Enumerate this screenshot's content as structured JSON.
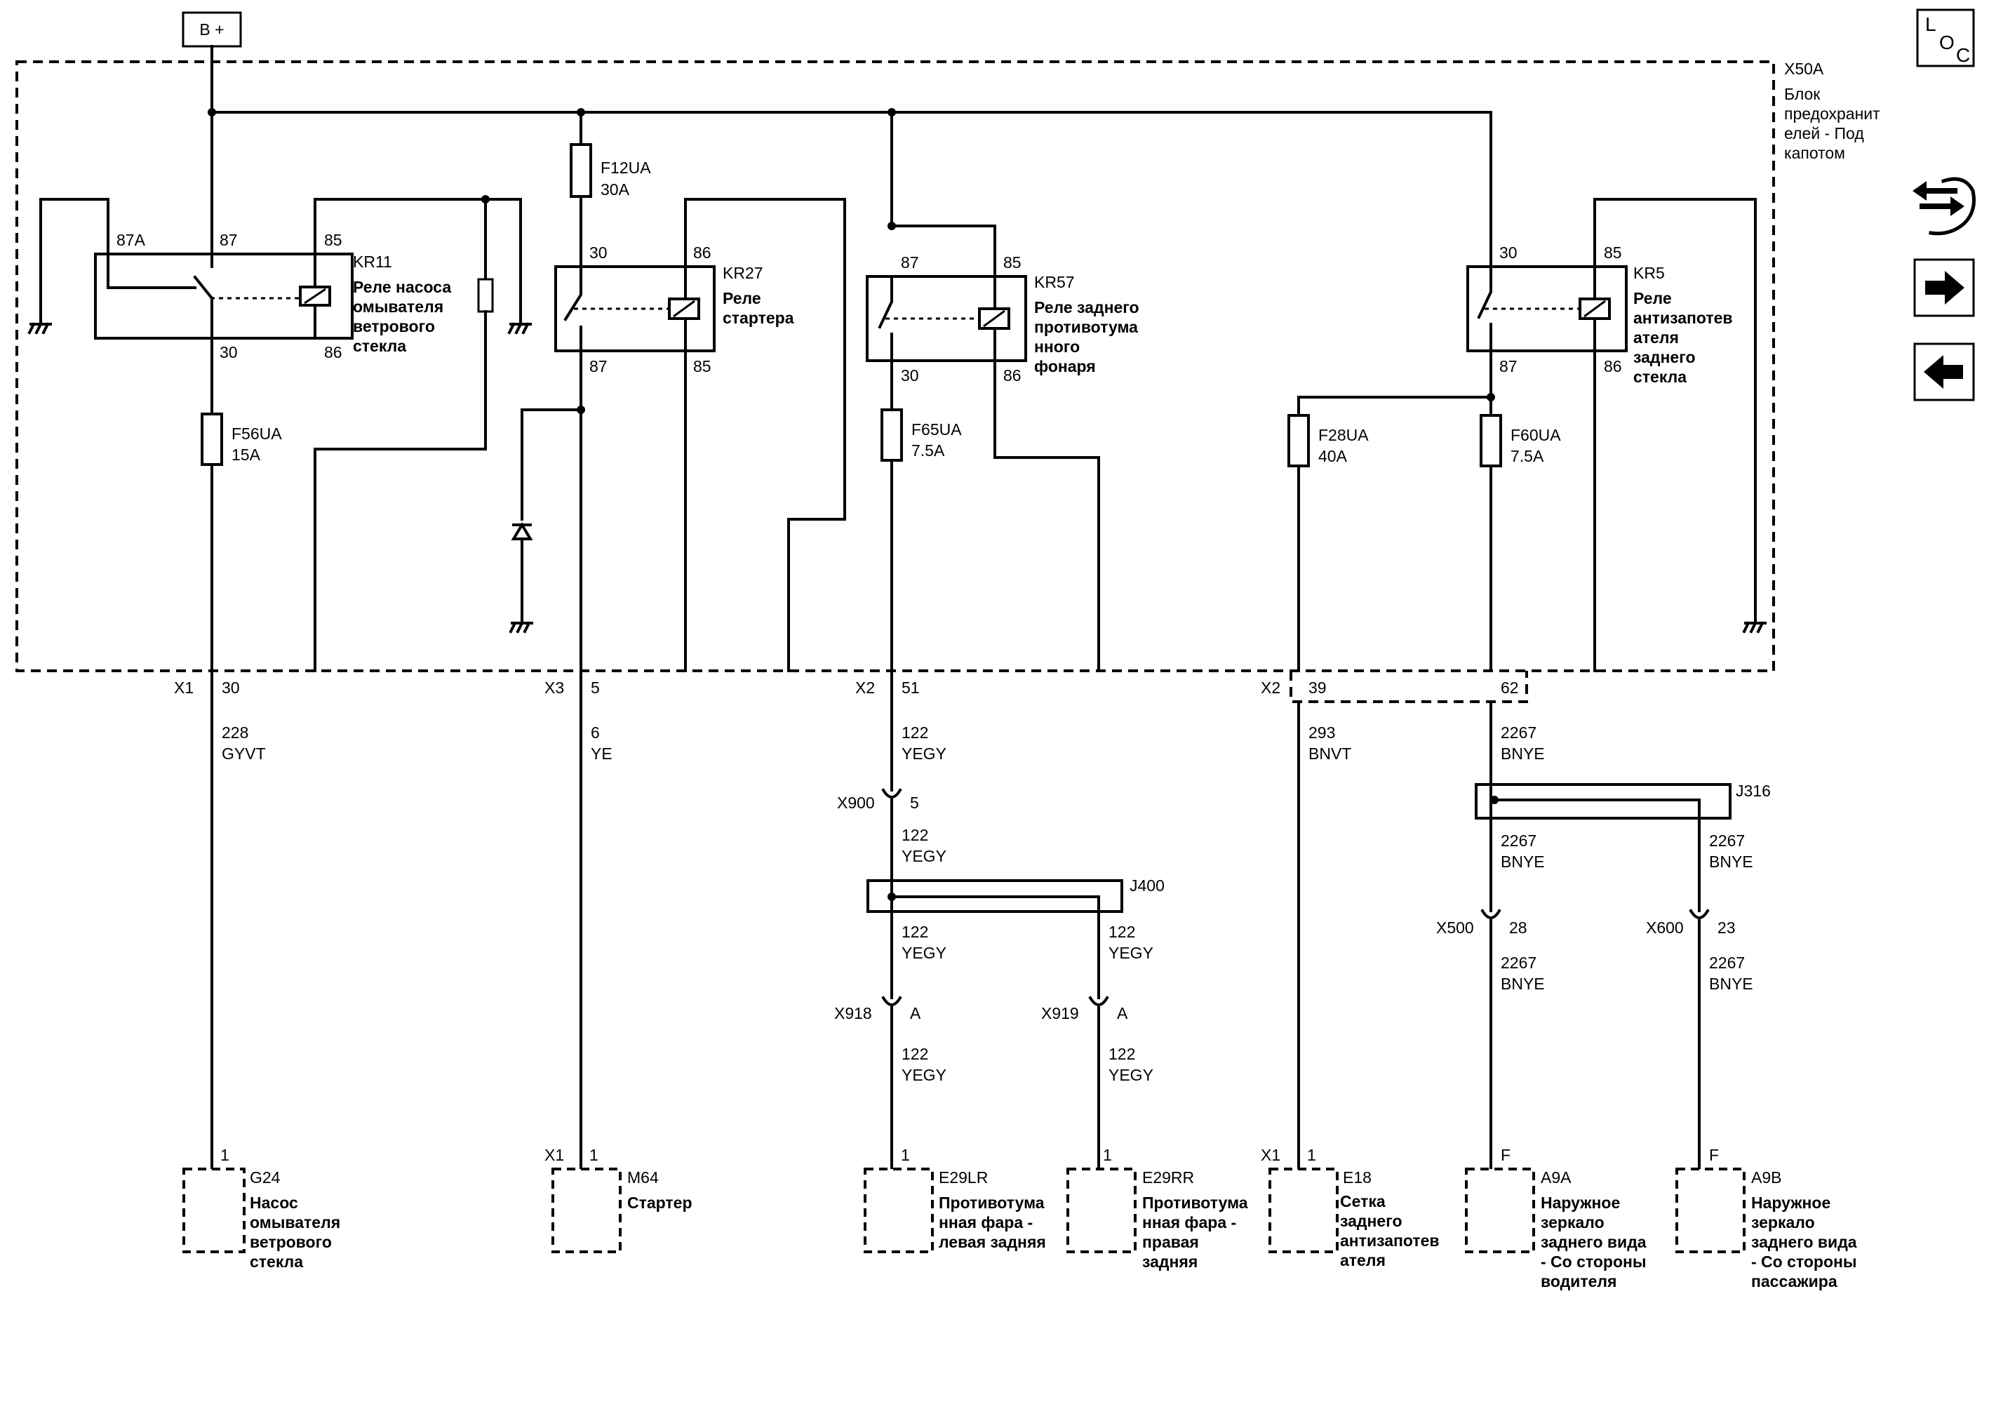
{
  "battery": "B +",
  "loc_icon": "loc-icon",
  "nav": {
    "top": "arrows-icon",
    "forward": "arrow-right-icon",
    "back": "arrow-left-icon"
  },
  "fusebox": {
    "connector": "X50A",
    "name": [
      "Блок",
      "предохранит",
      "елей - Под",
      "капотом"
    ]
  },
  "relays": {
    "kr11": {
      "id": "KR11",
      "name": [
        "Реле насоса",
        "омывателя",
        "ветрового",
        "стекла"
      ],
      "pins": [
        "87A",
        "87",
        "85",
        "30",
        "86"
      ]
    },
    "kr27": {
      "id": "KR27",
      "name": [
        "Реле",
        "стартера"
      ],
      "pins": [
        "30",
        "86",
        "87",
        "85"
      ]
    },
    "kr57": {
      "id": "KR57",
      "name": [
        "Реле заднего",
        "противотума",
        "нного",
        "фонаря"
      ],
      "pins": [
        "87",
        "85",
        "30",
        "86"
      ]
    },
    "kr5": {
      "id": "KR5",
      "name": [
        "Реле",
        "антизапотев",
        "ателя",
        "заднего",
        "стекла"
      ],
      "pins": [
        "30",
        "85",
        "87",
        "86"
      ]
    }
  },
  "fuses": {
    "f12": {
      "id": "F12UA",
      "rating": "30A"
    },
    "f56": {
      "id": "F56UA",
      "rating": "15A"
    },
    "f65": {
      "id": "F65UA",
      "rating": "7.5A"
    },
    "f28": {
      "id": "F28UA",
      "rating": "40A"
    },
    "f60": {
      "id": "F60UA",
      "rating": "7.5A"
    }
  },
  "outputs": [
    {
      "conn": "X1",
      "pin": "30"
    },
    {
      "conn": "X3",
      "pin": "5"
    },
    {
      "conn": "X2",
      "pin": "51"
    },
    {
      "conn": "X2",
      "pin": "39"
    },
    {
      "conn": "",
      "pin": "62"
    }
  ],
  "wires": {
    "w228": {
      "num": "228",
      "color": "GYVT"
    },
    "w6": {
      "num": "6",
      "color": "YE"
    },
    "w122": {
      "num": "122",
      "color": "YEGY"
    },
    "w293": {
      "num": "293",
      "color": "BNVT"
    },
    "w2267": {
      "num": "2267",
      "color": "BNYE"
    }
  },
  "inline": {
    "x900": {
      "conn": "X900",
      "pin": "5"
    },
    "x918": {
      "conn": "X918",
      "pin": "A"
    },
    "x919": {
      "conn": "X919",
      "pin": "A"
    },
    "x500": {
      "conn": "X500",
      "pin": "28"
    },
    "x600": {
      "conn": "X600",
      "pin": "23"
    }
  },
  "splices": {
    "j400": "J400",
    "j316": "J316"
  },
  "components": {
    "g24": {
      "id": "G24",
      "conn": "",
      "pin": "1",
      "name": [
        "Насос",
        "омывателя",
        "ветрового",
        "стекла"
      ]
    },
    "m64": {
      "id": "M64",
      "conn": "X1",
      "pin": "1",
      "name": [
        "Стартер"
      ]
    },
    "e29lr": {
      "id": "E29LR",
      "conn": "",
      "pin": "1",
      "name": [
        "Противотума",
        "нная фара -",
        "левая задняя"
      ]
    },
    "e29rr": {
      "id": "E29RR",
      "conn": "",
      "pin": "1",
      "name": [
        "Противотума",
        "нная фара -",
        "правая",
        "задняя"
      ]
    },
    "e18": {
      "id": "E18",
      "conn": "X1",
      "pin": "1",
      "name": [
        "Сетка",
        "заднего",
        "антизапотев",
        "ателя"
      ]
    },
    "a9a": {
      "id": "A9A",
      "conn": "",
      "pin": "F",
      "name": [
        "Наружное",
        "зеркало",
        "заднего вида",
        "- Со стороны",
        "водителя"
      ]
    },
    "a9b": {
      "id": "A9B",
      "conn": "",
      "pin": "F",
      "name": [
        "Наружное",
        "зеркало",
        "заднего вида",
        "- Со стороны",
        "пассажира"
      ]
    }
  }
}
